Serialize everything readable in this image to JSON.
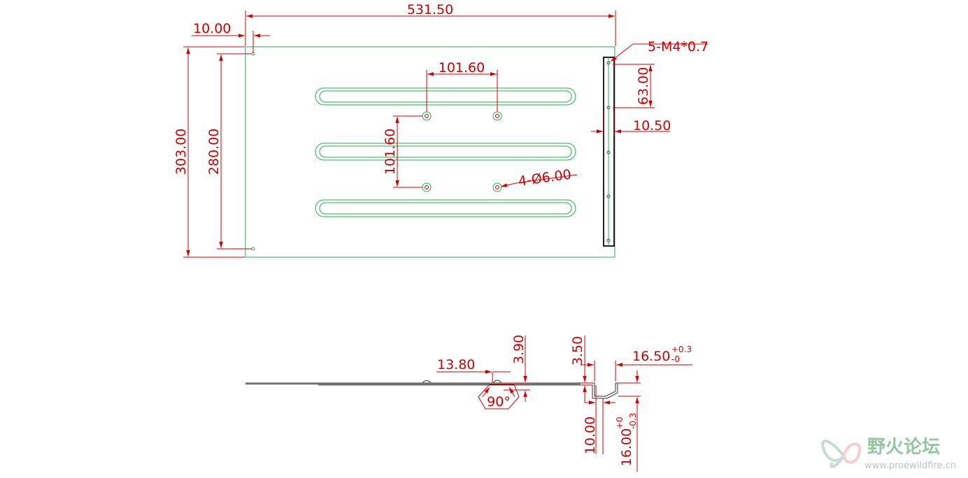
{
  "colors": {
    "part": "#22b14c",
    "dimension": "#d00000",
    "profile": "#333333"
  },
  "top_view": {
    "overall_width": "531.50",
    "edge_offset": "10.00",
    "overall_height": "303.00",
    "hole_spacing_vertical": "280.00",
    "boss_spacing_h": "101.60",
    "boss_spacing_v": "101.60",
    "boss_callout": "4-Ø6.00",
    "tap_callout": "5-M4*0.7",
    "tap_pitch": "63.00",
    "flange_width": "10.50"
  },
  "side_view": {
    "bend_width": "13.80",
    "bend_height": "3.90",
    "bend_angle": "90°",
    "step_height": "3.50",
    "flange_depth": "10.00",
    "flange_length": "16.50",
    "flange_length_tol_upper": "+0.3",
    "flange_length_tol_lower": "-0",
    "flange_height": "16.00",
    "flange_height_tol_upper": "+0",
    "flange_height_tol_lower": "-0.3"
  },
  "watermark": {
    "name": "野火论坛",
    "url": "www.proewildfire.cn",
    "logo": "butterfly-logo-icon"
  }
}
